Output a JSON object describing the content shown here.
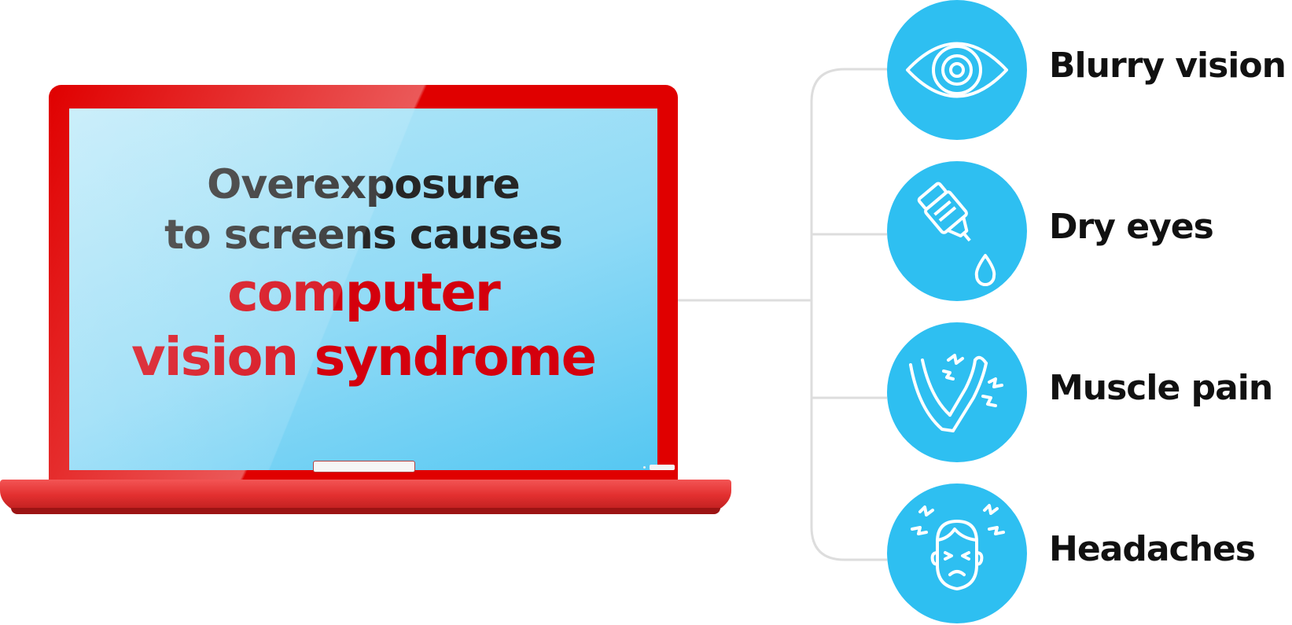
{
  "headline": {
    "line1": "Overexposure",
    "line2": "to screens causes",
    "line3": "computer",
    "line4": "vision syndrome"
  },
  "symptoms": [
    {
      "label": "Blurry vision",
      "icon": "eye-icon"
    },
    {
      "label": "Dry eyes",
      "icon": "eye-drops-icon"
    },
    {
      "label": "Muscle pain",
      "icon": "arm-pain-icon"
    },
    {
      "label": "Headaches",
      "icon": "headache-face-icon"
    }
  ],
  "colors": {
    "laptop_red": "#e00000",
    "screen_blue": "#8fdaf6",
    "highlight_red": "#d4000d",
    "circle_blue": "#2ebff1",
    "connector_gray": "#dddddd",
    "text_dark": "#262626"
  }
}
